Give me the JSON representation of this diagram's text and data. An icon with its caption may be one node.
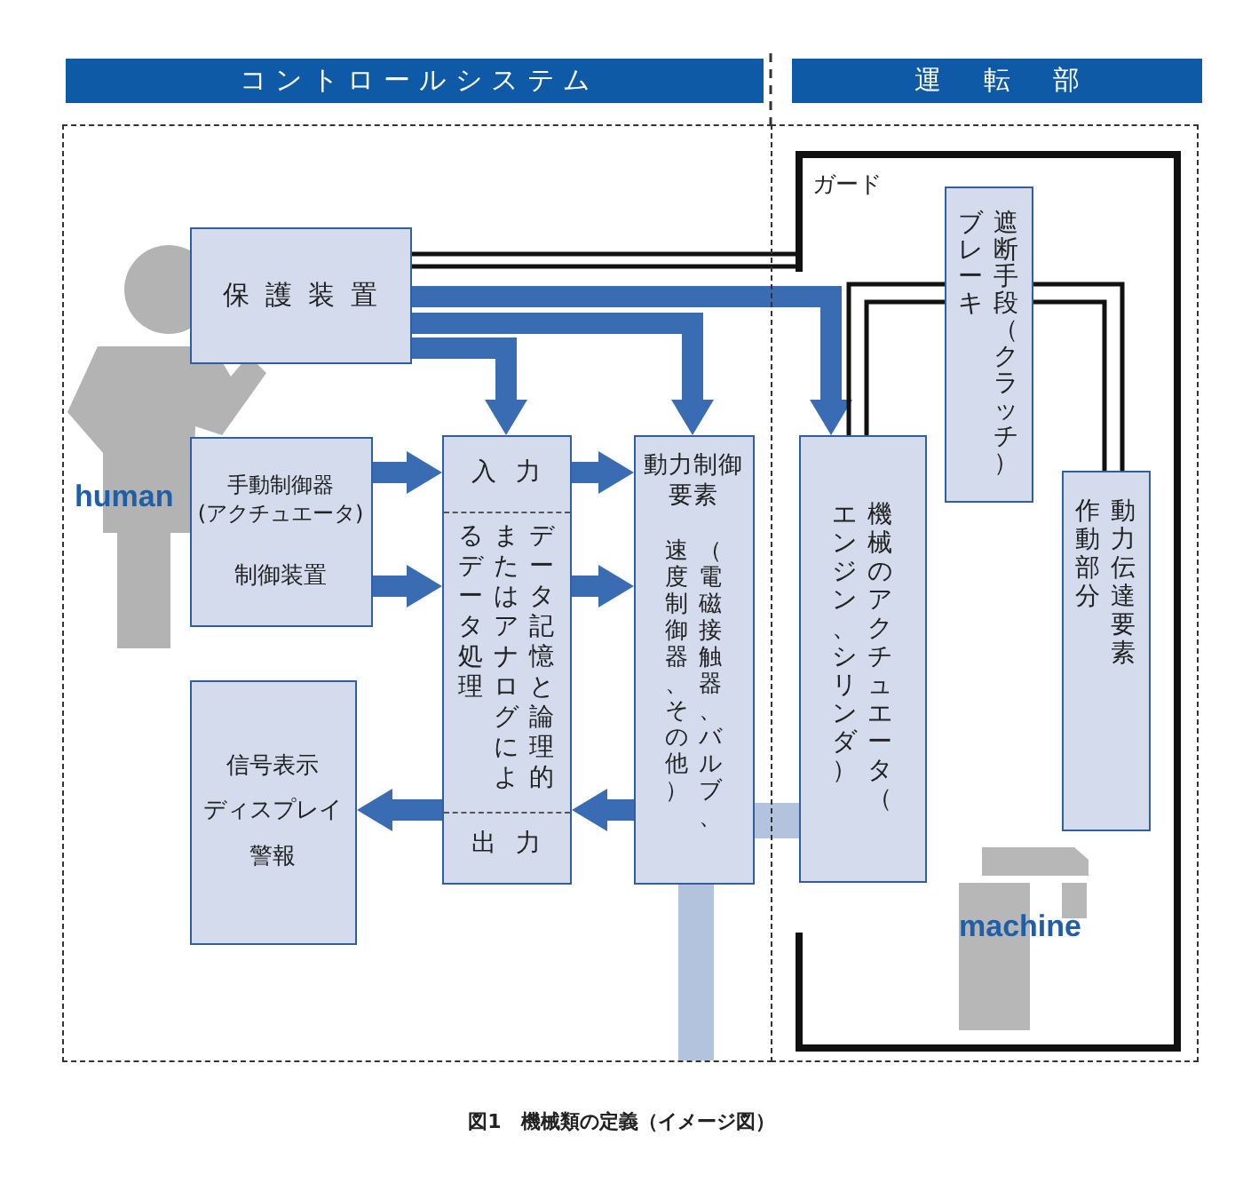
{
  "diagram": {
    "caption": "図1　機械類の定義（イメージ図）",
    "nodes": [
      {
        "text": [
          "コントロールシステム"
        ]
      },
      {
        "text": [
          "運転部"
        ]
      },
      {
        "text": [
          "保護装置"
        ],
        "in": 0
      },
      {
        "text": [
          "手動制御器 (アクチュエータ)",
          "制御装置"
        ],
        "in": 0
      },
      {
        "text": [
          "信号表示",
          "ディスプレイ",
          "警報"
        ],
        "in": 0
      },
      {
        "text": [
          "入力",
          "データ記憶と論理的またはアナログによるデータ処理",
          "出力"
        ],
        "in": 0
      },
      {
        "text": [
          "動力制御要素",
          "（電磁接触器、バルブ、速度制御器、その他）"
        ],
        "in": 0
      },
      {
        "text": [
          "ガード"
        ],
        "in": 1
      },
      {
        "text": [
          "機械のアクチュエータ（エンジン、シリンダ）"
        ],
        "in": 7
      },
      {
        "text": [
          "遮断手段（クラッチ）ブレーキ"
        ],
        "in": 7
      },
      {
        "text": [
          "動力伝達要素作動部分"
        ],
        "in": 7
      }
    ],
    "edges": [
      {
        "from": 2,
        "to": 5,
        "arrow": "to"
      },
      {
        "from": 2,
        "to": 6,
        "arrow": "to"
      },
      {
        "from": 2,
        "to": 8,
        "arrow": "to"
      },
      {
        "from": 2,
        "to": 7,
        "arrow": "none",
        "color": "#111111"
      },
      {
        "from": 2,
        "to": 7,
        "arrow": "none",
        "color": "#111111"
      },
      {
        "from": 3,
        "to": 5,
        "arrow": "to"
      },
      {
        "from": 3,
        "to": 5,
        "arrow": "to"
      },
      {
        "from": 5,
        "to": 6,
        "arrow": "to"
      },
      {
        "from": 5,
        "to": 6,
        "arrow": "to"
      },
      {
        "from": 6,
        "to": 5,
        "arrow": "to"
      },
      {
        "from": 5,
        "to": 4,
        "arrow": "to"
      },
      {
        "from": 6,
        "to": 8,
        "arrow": "none",
        "color": "#b4c3dd"
      },
      {
        "from": 6,
        "to": null,
        "arrow": "none",
        "color": "#b4c3dd"
      },
      {
        "from": 8,
        "to": 9,
        "arrow": "none",
        "color": "#111111"
      },
      {
        "from": 8,
        "to": 9,
        "arrow": "none",
        "color": "#111111"
      },
      {
        "from": 9,
        "to": 10,
        "arrow": "none",
        "color": "#111111"
      },
      {
        "from": 9,
        "to": 10,
        "arrow": "none",
        "color": "#111111"
      }
    ],
    "labels": [
      "human",
      "machine"
    ]
  }
}
